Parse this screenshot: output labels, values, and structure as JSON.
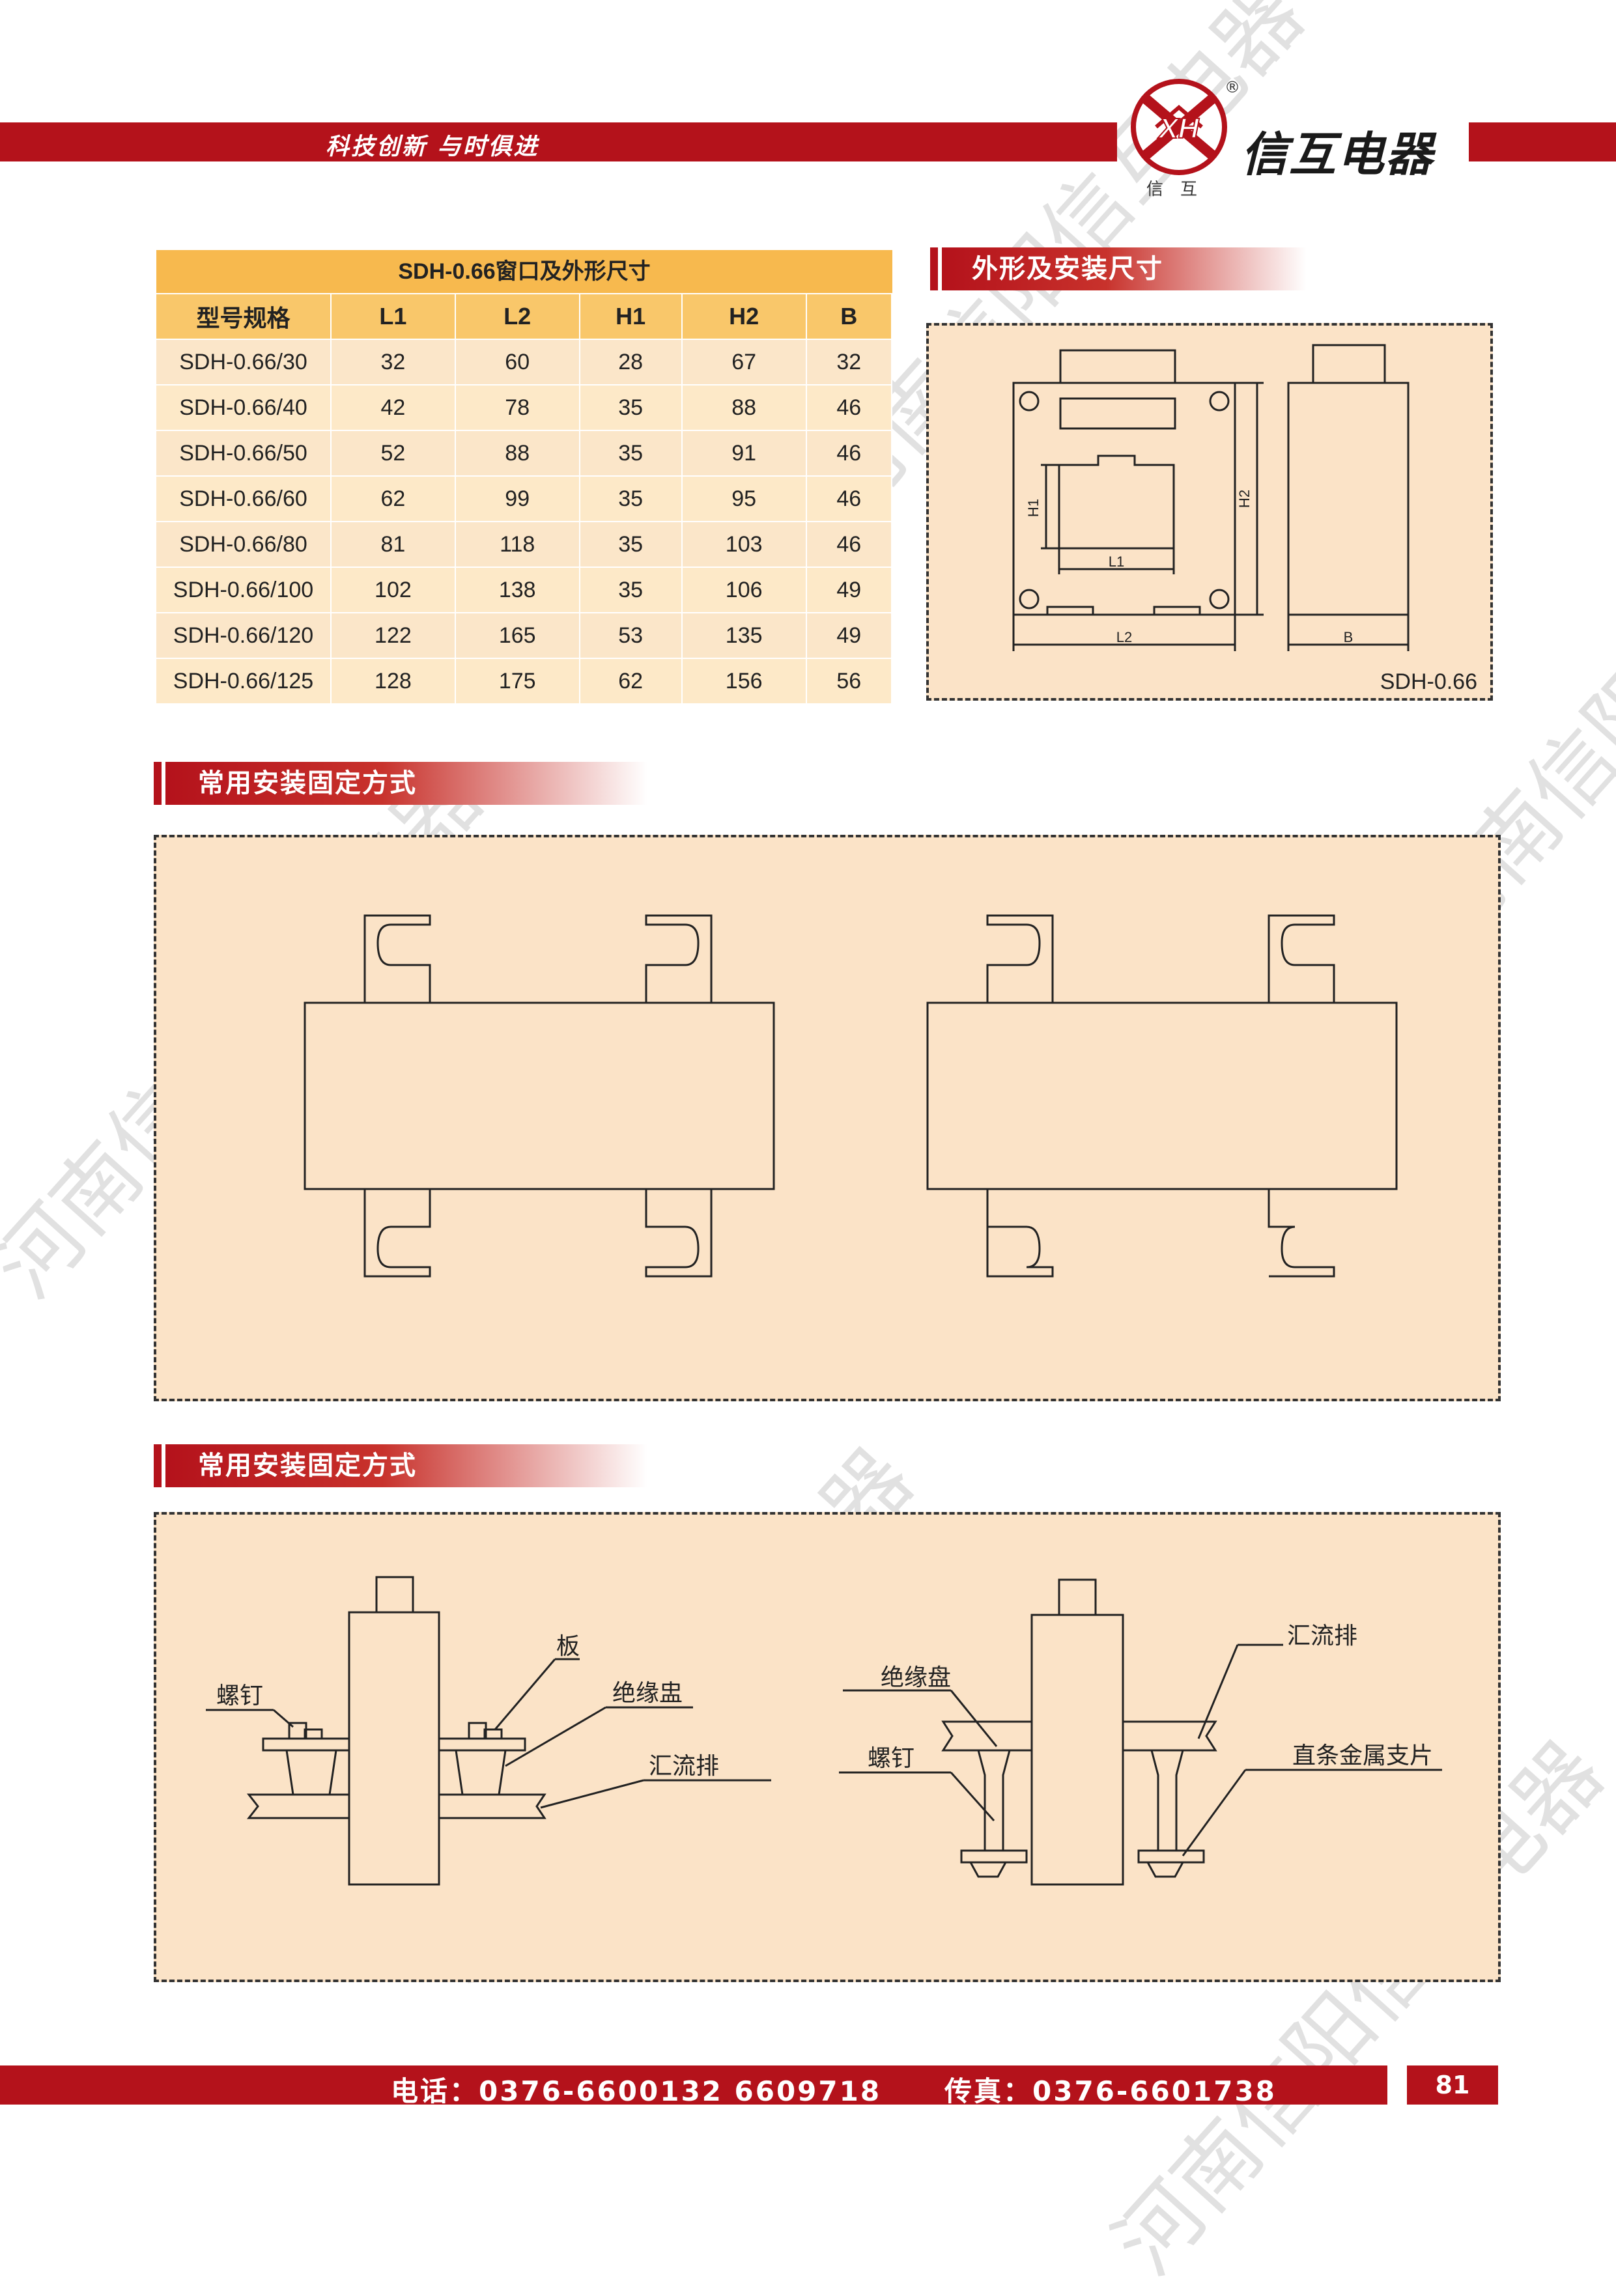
{
  "header": {
    "slogan": "科技创新   与时俱进",
    "brand": "信互电器",
    "logo_letters": "XH",
    "logo_sub": "信互",
    "registered": "®"
  },
  "watermark": {
    "text": "河南信阳信互电器"
  },
  "table": {
    "caption": "SDH-0.66窗口及外形尺寸",
    "columns": [
      "型号规格",
      "L1",
      "L2",
      "H1",
      "H2",
      "B"
    ],
    "rows": [
      [
        "SDH-0.66/30",
        "32",
        "60",
        "28",
        "67",
        "32"
      ],
      [
        "SDH-0.66/40",
        "42",
        "78",
        "35",
        "88",
        "46"
      ],
      [
        "SDH-0.66/50",
        "52",
        "88",
        "35",
        "91",
        "46"
      ],
      [
        "SDH-0.66/60",
        "62",
        "99",
        "35",
        "95",
        "46"
      ],
      [
        "SDH-0.66/80",
        "81",
        "118",
        "35",
        "103",
        "46"
      ],
      [
        "SDH-0.66/100",
        "102",
        "138",
        "35",
        "106",
        "49"
      ],
      [
        "SDH-0.66/120",
        "122",
        "165",
        "53",
        "135",
        "49"
      ],
      [
        "SDH-0.66/125",
        "128",
        "175",
        "62",
        "156",
        "56"
      ]
    ]
  },
  "sections": {
    "dims_title": "外形及安装尺寸",
    "mount1_title": "常用安装固定方式",
    "mount2_title": "常用安装固定方式"
  },
  "dims_drawing": {
    "label_h1": "H1",
    "label_h2": "H2",
    "label_l1": "L1",
    "label_l2": "L2",
    "label_b": "B",
    "model": "SDH-0.66"
  },
  "mount2": {
    "left_labels": {
      "screw": "螺钉",
      "plate": "板",
      "insulator": "绝缘盅",
      "busbar": "汇流排"
    },
    "right_labels": {
      "insulator": "绝缘盘",
      "screw": "螺钉",
      "busbar": "汇流排",
      "bracket": "直条金属支片"
    }
  },
  "footer": {
    "tel": "电话：0376-6600132  6609718",
    "fax": "传真：0376-6601738",
    "page": "81"
  },
  "colors": {
    "brand_red": "#b4121b",
    "panel_fill": "#fbe3c7",
    "table_header": "#f7b94e"
  }
}
